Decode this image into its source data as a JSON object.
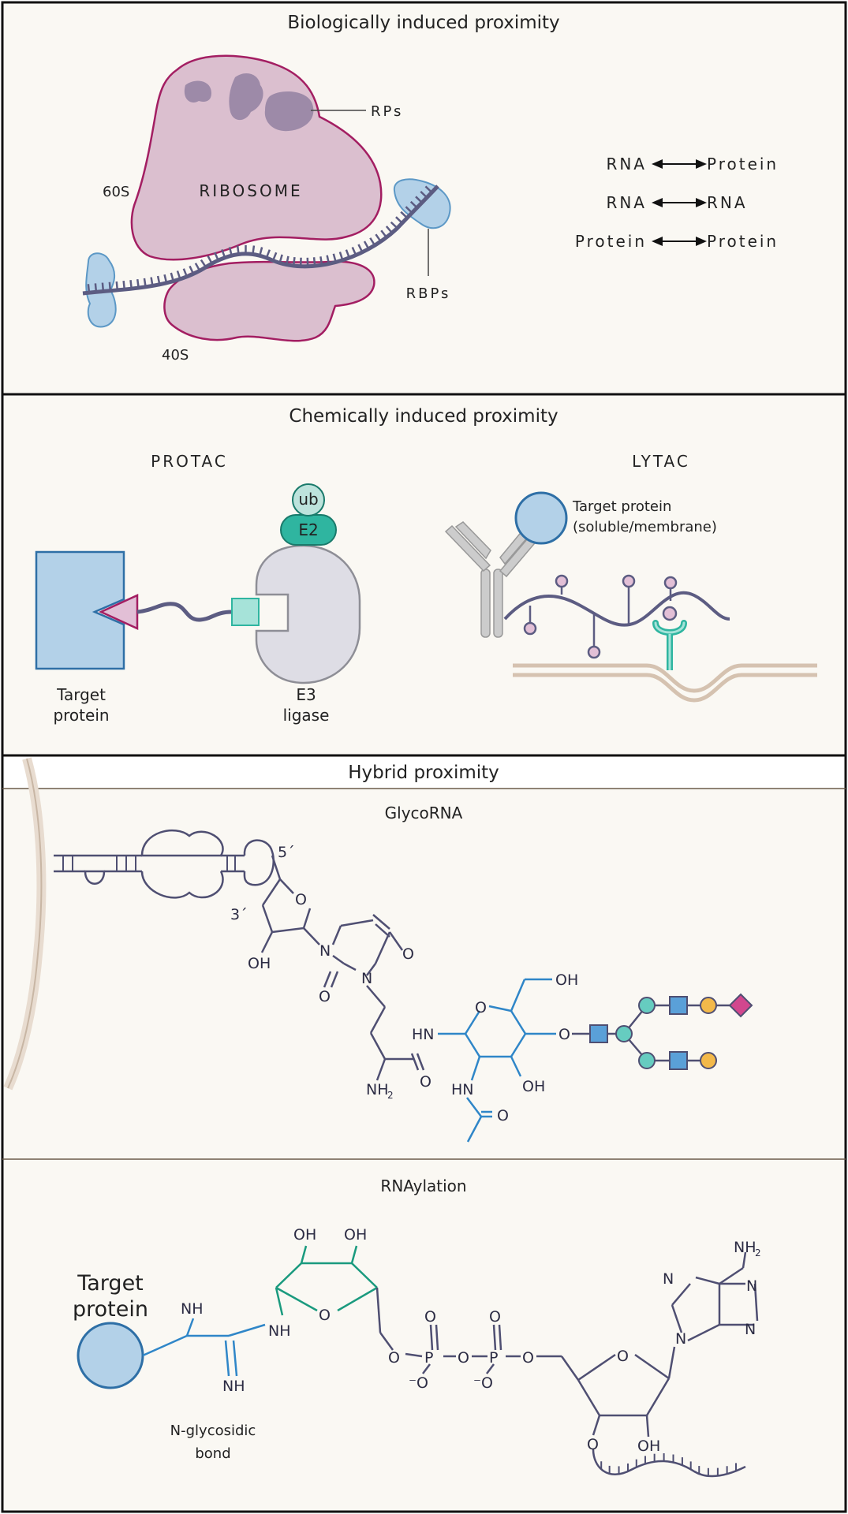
{
  "panels": {
    "biological": {
      "title": "Biologically induced proximity",
      "ribosome_label": "RIBOSOME",
      "rps_label": "RPs",
      "large_subunit_label": "60S",
      "small_subunit_label": "40S",
      "rbps_label": "RBPs",
      "interactions": [
        {
          "left": "RNA",
          "right": "Protein"
        },
        {
          "left": "RNA",
          "right": "RNA"
        },
        {
          "left": "Protein",
          "right": "Protein"
        }
      ]
    },
    "chemical": {
      "title": "Chemically induced proximity",
      "protac": {
        "heading": "PROTAC",
        "ub_label": "ub",
        "e2_label": "E2",
        "target_label_line1": "Target",
        "target_label_line2": "protein",
        "e3_label_line1": "E3",
        "e3_label_line2": "ligase"
      },
      "lytac": {
        "heading": "LYTAC",
        "target_line1": "Target protein",
        "target_line2": "(soluble/membrane)"
      }
    },
    "hybrid": {
      "title": "Hybrid proximity",
      "glycorna": {
        "title": "GlycoRNA",
        "five_prime": "5´",
        "three_prime": "3´",
        "atoms": {
          "ring_o": "O",
          "oh_sugar": "OH",
          "n1": "N",
          "n3": "N",
          "o_top": "O",
          "o_bottom": "O",
          "nh2": "NH",
          "nh2_sub": "2",
          "o_amide": "O",
          "hn_link": "HN",
          "o_glc_ring": "O",
          "oh_ch2": "OH",
          "o_glyco": "O",
          "hn_acetyl": "HN",
          "oh_ring": "OH",
          "o_acetyl": "O"
        }
      },
      "rnaylation": {
        "title": "RNAylation",
        "target_line1": "Target",
        "target_line2": "protein",
        "bond_line1": "N-glycosidic",
        "bond_line2": "bond",
        "atoms": {
          "nh_top": "NH",
          "nh_bottom": "NH",
          "nh_link": "NH",
          "oh1": "OH",
          "oh2": "OH",
          "ring_o": "O",
          "o_link1": "O",
          "p1": "P",
          "o_eq1": "O",
          "o_neg1": "⁻O",
          "o_bridge": "O",
          "p2": "P",
          "o_eq2": "O",
          "o_neg2": "⁻O",
          "o_link2": "O",
          "ribose_o": "O",
          "o_three": "O",
          "oh_two": "OH",
          "n9": "N",
          "n7": "N",
          "n1": "N",
          "n3": "N",
          "nh2": "NH",
          "nh2_sub": "2"
        }
      }
    }
  },
  "colors": {
    "panel_bg": "#faf8f3",
    "border": "#111111",
    "ribosome_fill": "#dbbfcf",
    "ribosome_stroke": "#a31e62",
    "rp_fill": "#9d8aa8",
    "rna_strand": "#5c5c82",
    "rbp_fill": "#b3d1e8",
    "rbp_stroke": "#5c98c6",
    "target_blue": "#b3d1e8",
    "target_stroke": "#2e6fa6",
    "e3_fill": "#dedde5",
    "e3_stroke": "#8e8e96",
    "e2_fill": "#2fb5a0",
    "ub_fill": "#bde3dc",
    "ligand_pink": "#e2bfd6",
    "teal_square": "#a6e3d9",
    "antibody": "#cccccc",
    "membrane": "#d5c2b0",
    "glycan_teal": "#66ccc0",
    "glycan_blue": "#5aa0d8",
    "glycan_yellow": "#f3b94a",
    "glycan_pink": "#d2478e",
    "chem_dark": "#4f4f72",
    "chem_blue": "#2f86c8",
    "chem_green": "#1a9a7e"
  }
}
